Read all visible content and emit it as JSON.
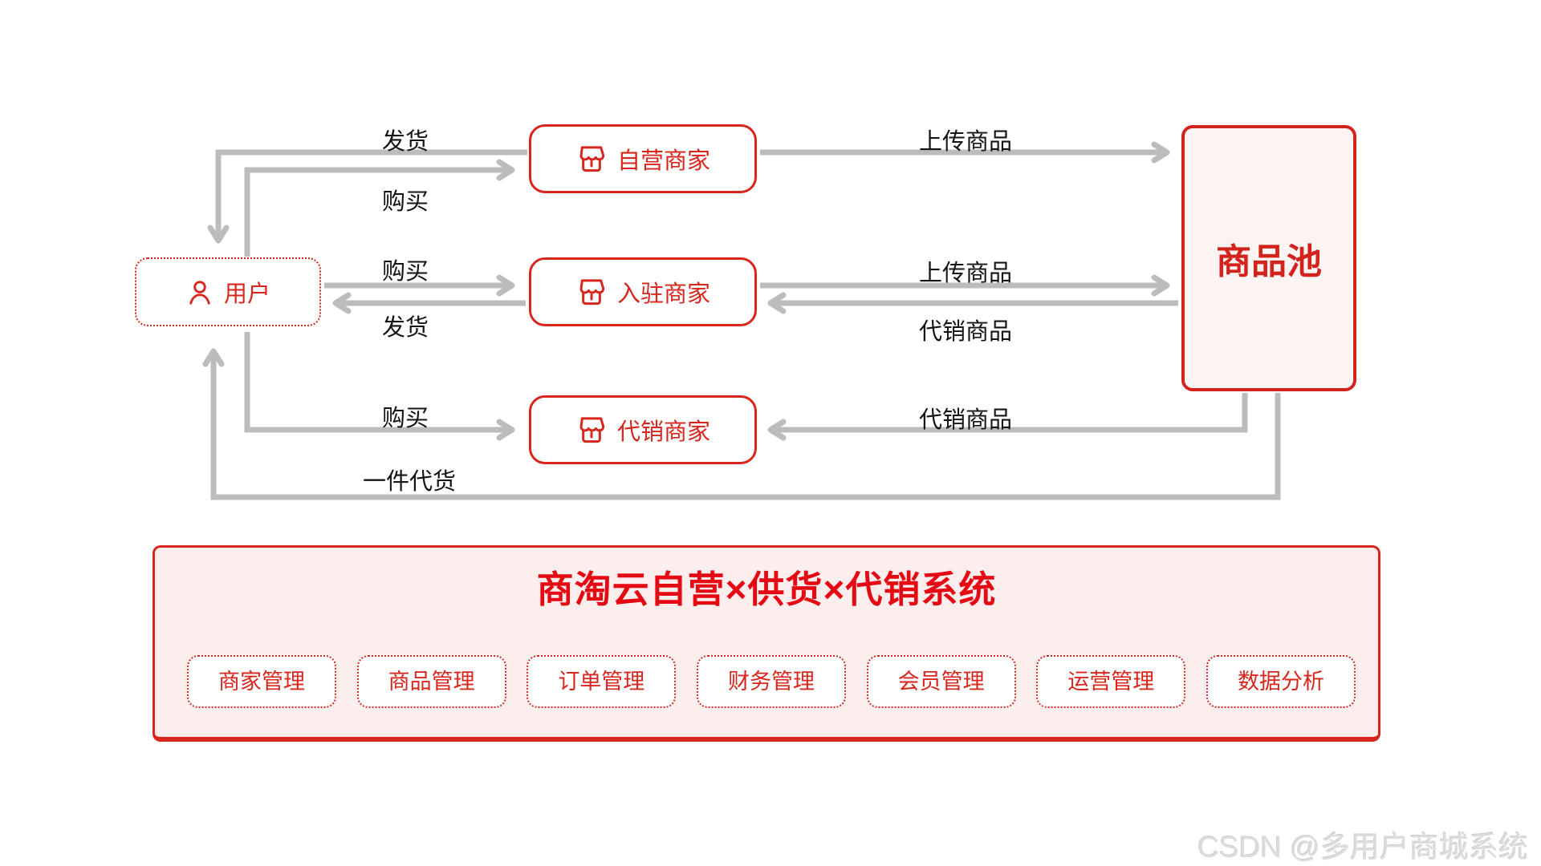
{
  "diagram": {
    "nodes": {
      "user": {
        "label": "用户",
        "icon": "person-icon"
      },
      "self_merchant": {
        "label": "自营商家",
        "icon": "store-icon"
      },
      "settled_merchant": {
        "label": "入驻商家",
        "icon": "store-icon"
      },
      "consign_merchant": {
        "label": "代销商家",
        "icon": "store-icon"
      },
      "product_pool": {
        "label": "商品池"
      }
    },
    "edge_labels": {
      "ship_top": "发货",
      "buy_top": "购买",
      "buy_mid": "购买",
      "ship_mid": "发货",
      "buy_bottom": "购买",
      "dropship": "一件代货",
      "upload_top": "上传商品",
      "upload_mid": "上传商品",
      "consign_mid": "代销商品",
      "consign_bottom": "代销商品"
    }
  },
  "panel": {
    "title": "商淘云自营×供货×代销系统",
    "modules": [
      "商家管理",
      "商品管理",
      "订单管理",
      "财务管理",
      "会员管理",
      "运营管理",
      "数据分析"
    ]
  },
  "watermark": "CSDN @多用户商城系统",
  "colors": {
    "accent_red": "#d9261c",
    "pool_red": "#d2231c",
    "title_red": "#e50914",
    "line_gray": "#bcbcbc",
    "panel_bg": "#fdeeee",
    "pool_bg": "#fcf3f3",
    "label_black": "#141414",
    "watermark_gray": "#dcdcdc"
  }
}
